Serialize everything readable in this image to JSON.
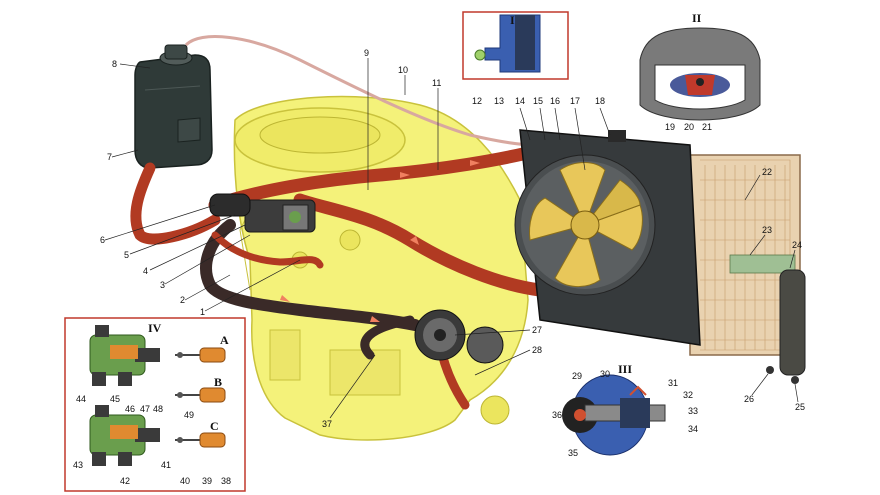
{
  "callouts": [
    "1",
    "2",
    "3",
    "4",
    "5",
    "6",
    "7",
    "8",
    "9",
    "10",
    "11",
    "12",
    "13",
    "14",
    "15",
    "16",
    "17",
    "18",
    "19",
    "20",
    "21",
    "22",
    "23",
    "24",
    "25",
    "26",
    "27",
    "28",
    "29",
    "30",
    "31",
    "32",
    "33",
    "34",
    "35",
    "36",
    "37",
    "38",
    "39",
    "40",
    "41",
    "42",
    "43",
    "44",
    "45",
    "46",
    "47",
    "48",
    "49"
  ],
  "insets": {
    "inset_1": {
      "title": "I"
    },
    "inset_2": {
      "title": "II"
    },
    "inset_3": {
      "title": "III"
    },
    "inset_4": {
      "title": "IV",
      "variants": [
        "A",
        "B",
        "C"
      ]
    }
  },
  "colors": {
    "engine": "#f4f27a",
    "engine_outline": "#c9c23c",
    "hose": "#b13a22",
    "hose_dark": "#6b1c10",
    "radiator": "#e9d2b0",
    "radiator_grid": "#c79b6b",
    "tank": "#2f3a38",
    "fan_blade": "#e8c75a",
    "inset_border": "#c0392b",
    "thermostat": "#6a9e4d",
    "pump_blue": "#3a5fb0"
  }
}
